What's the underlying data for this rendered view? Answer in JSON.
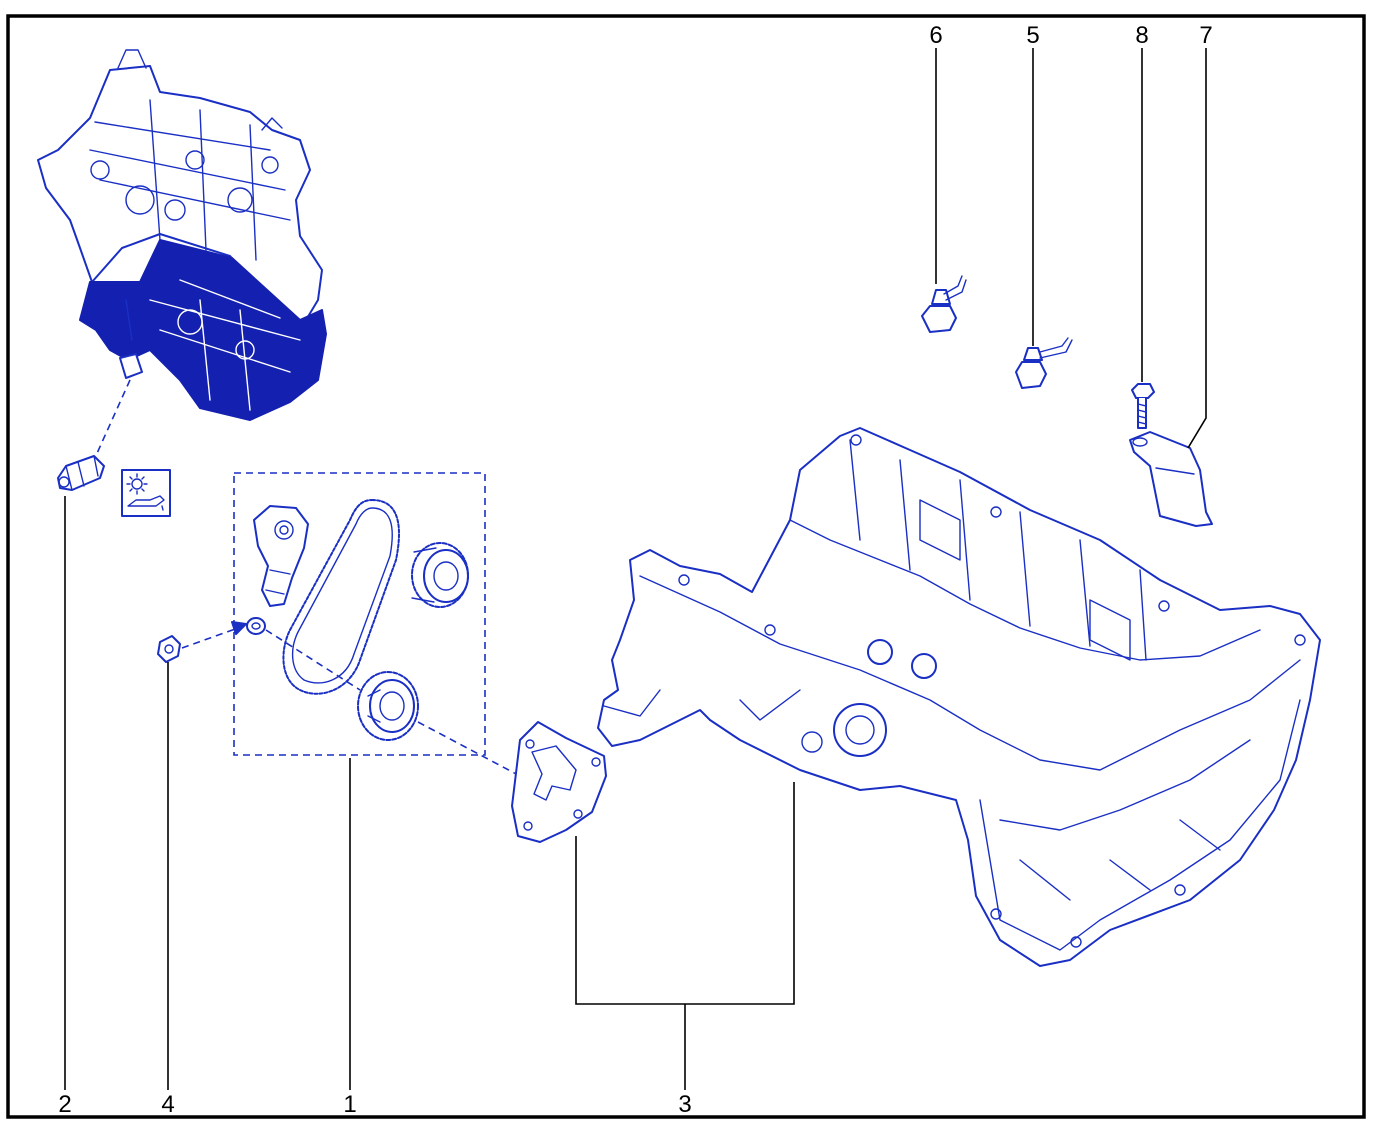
{
  "callouts": [
    "6",
    "5",
    "8",
    "7",
    "2",
    "4",
    "1",
    "3"
  ],
  "colors": {
    "frame": "#000000",
    "line_art": "#1a2fc4",
    "engine_highlight": "#1420b0"
  },
  "icons": {
    "warning_symbol": "oil-pressure-warning-icon"
  }
}
